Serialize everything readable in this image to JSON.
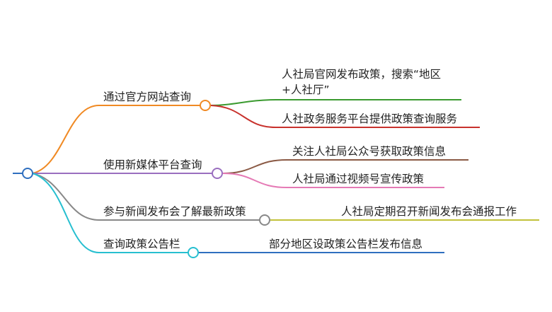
{
  "mindmap": {
    "branches": [
      {
        "label": "通过官方网站查询",
        "color": "#f08a24",
        "children": [
          {
            "label_line1": "人社局官网发布政策，搜索“地区",
            "label_line2": "+人社厅”",
            "color": "#3a9a2f"
          },
          {
            "label": "人社政务服务平台提供政策查询服务",
            "color": "#c8322d"
          }
        ]
      },
      {
        "label": "使用新媒体平台查询",
        "color": "#9a6fbf",
        "children": [
          {
            "label": "关注人社局公众号获取政策信息",
            "color": "#8b5a45"
          },
          {
            "label": "人社局通过视频号宣传政策",
            "color": "#e57ab5"
          }
        ]
      },
      {
        "label": "参与新闻发布会了解最新政策",
        "color": "#888888",
        "children": [
          {
            "label": "人社局定期召开新闻发布会通报工作",
            "color": "#c2c23a"
          }
        ]
      },
      {
        "label": "查询政策公告栏",
        "color": "#27bfd0",
        "children": [
          {
            "label": "部分地区设政策公告栏发布信息",
            "color": "#2f6fbf"
          }
        ]
      }
    ],
    "root_color": "#2f6fbf"
  }
}
